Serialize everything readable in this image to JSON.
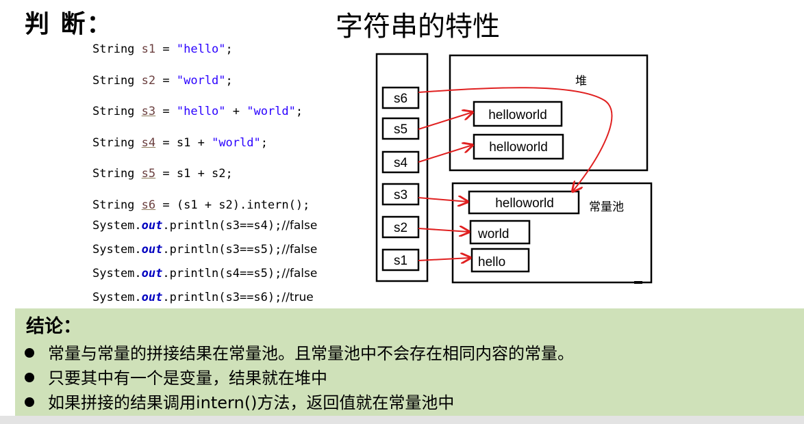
{
  "heading": {
    "left": "判 断：",
    "title": "字符串的特性"
  },
  "code": {
    "lines": [
      {
        "type": "String",
        "var": "s1",
        "op": " = ",
        "rhs": "\"hello\"",
        "end": ";"
      },
      {
        "type": "String",
        "var": "s2",
        "op": " = ",
        "rhs": "\"world\"",
        "end": ";"
      },
      {
        "type": "String",
        "var": "s3",
        "op": " = ",
        "rhs_a": "\"hello\"",
        "plus": " + ",
        "rhs_b": "\"world\"",
        "end": ";"
      },
      {
        "type": "String",
        "var": "s4",
        "op": " = ",
        "rhs_a": "s1",
        "plus": " + ",
        "rhs_b": "\"world\"",
        "end": ";"
      },
      {
        "type": "String",
        "var": "s5",
        "op": " = ",
        "rhs": "s1 + s2",
        "end": ";"
      },
      {
        "type": "String",
        "var": "s6",
        "op": " = ",
        "rhs": "(s1 + s2).intern()",
        "end": ";"
      }
    ],
    "prints": [
      {
        "prefix": "System.",
        "out": "out",
        "call": ".println(s3==s4);",
        "comment": "//false"
      },
      {
        "prefix": "System.",
        "out": "out",
        "call": ".println(s3==s5);",
        "comment": "//false"
      },
      {
        "prefix": "System.",
        "out": "out",
        "call": ".println(s4==s5);",
        "comment": "//false"
      },
      {
        "prefix": "System.",
        "out": "out",
        "call": ".println(s3==s6);",
        "comment": "//true"
      }
    ]
  },
  "diagram": {
    "stack_vars": [
      "s6",
      "s5",
      "s4",
      "s3",
      "s2",
      "s1"
    ],
    "heap_label": "堆",
    "heap_items": [
      "helloworld",
      "helloworld"
    ],
    "pool_label": "常量池",
    "pool_items": [
      "helloworld",
      "world",
      "hello"
    ],
    "arrow_color": "#e02020"
  },
  "conclusion": {
    "title": "结论：",
    "bullets": [
      "常量与常量的拼接结果在常量池。且常量池中不会存在相同内容的常量。",
      "只要其中有一个是变量，结果就在堆中",
      "如果拼接的结果调用intern()方法，返回值就在常量池中"
    ],
    "bg": "#cfe1b9"
  }
}
